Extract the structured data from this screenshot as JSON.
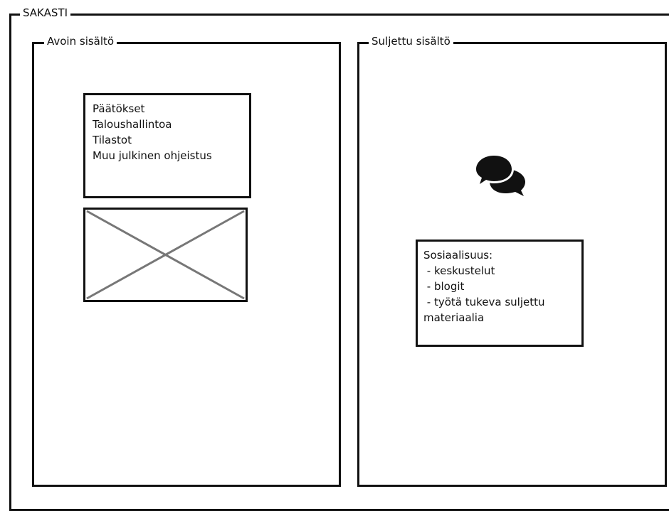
{
  "outer": {
    "title": "SAKASTI"
  },
  "left_panel": {
    "title": "Avoin sisältö",
    "list": [
      "Päätökset",
      "Taloushallintoa",
      "Tilastot",
      "Muu julkinen ohjeistus"
    ]
  },
  "right_panel": {
    "title": "Suljettu sisältö",
    "icon": "chat-bubbles-icon",
    "social_lines": [
      "Sosiaalisuus:",
      " - keskustelut",
      " - blogit",
      " - työtä tukeva suljettu",
      "materiaalia"
    ]
  },
  "colors": {
    "stroke": "#111111",
    "placeholder_cross": "#777777",
    "background": "#ffffff"
  }
}
